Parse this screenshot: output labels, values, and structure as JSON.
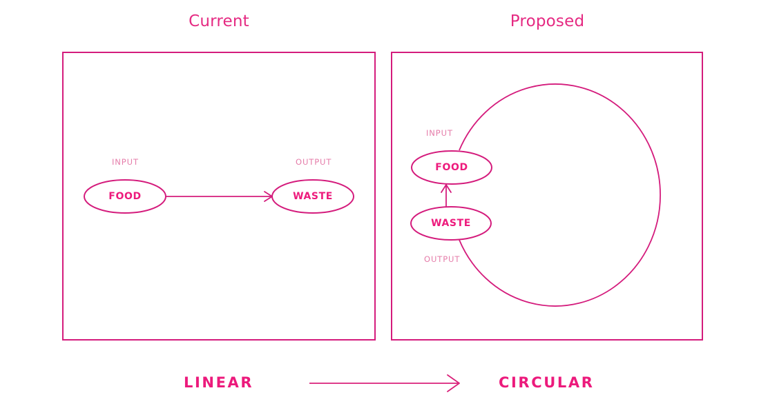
{
  "colors": {
    "frame_border": "#d41b7c",
    "title": "#e52a82",
    "node_stroke": "#d41b7c",
    "node_text": "#ed1a7c",
    "caption": "#e57ca9",
    "connector": "#d41b7c",
    "summary_text": "#ec1a7c",
    "background": "#ffffff"
  },
  "panels": {
    "left": {
      "title": "Current",
      "nodes": [
        {
          "id": "food",
          "label": "FOOD",
          "caption": "INPUT"
        },
        {
          "id": "waste",
          "label": "WASTE",
          "caption": "OUTPUT"
        }
      ],
      "flow": "linear"
    },
    "right": {
      "title": "Proposed",
      "nodes": [
        {
          "id": "food",
          "label": "FOOD",
          "caption": "INPUT"
        },
        {
          "id": "waste",
          "label": "WASTE",
          "caption": "OUTPUT"
        }
      ],
      "flow": "circular"
    }
  },
  "summary": {
    "from_label": "LINEAR",
    "to_label": "CIRCULAR",
    "arrow_icon": "right-arrow-icon"
  },
  "icons": {
    "arrow_right": "arrow-right-icon",
    "arrow_up": "arrow-up-icon",
    "loop": "circular-loop-icon"
  }
}
